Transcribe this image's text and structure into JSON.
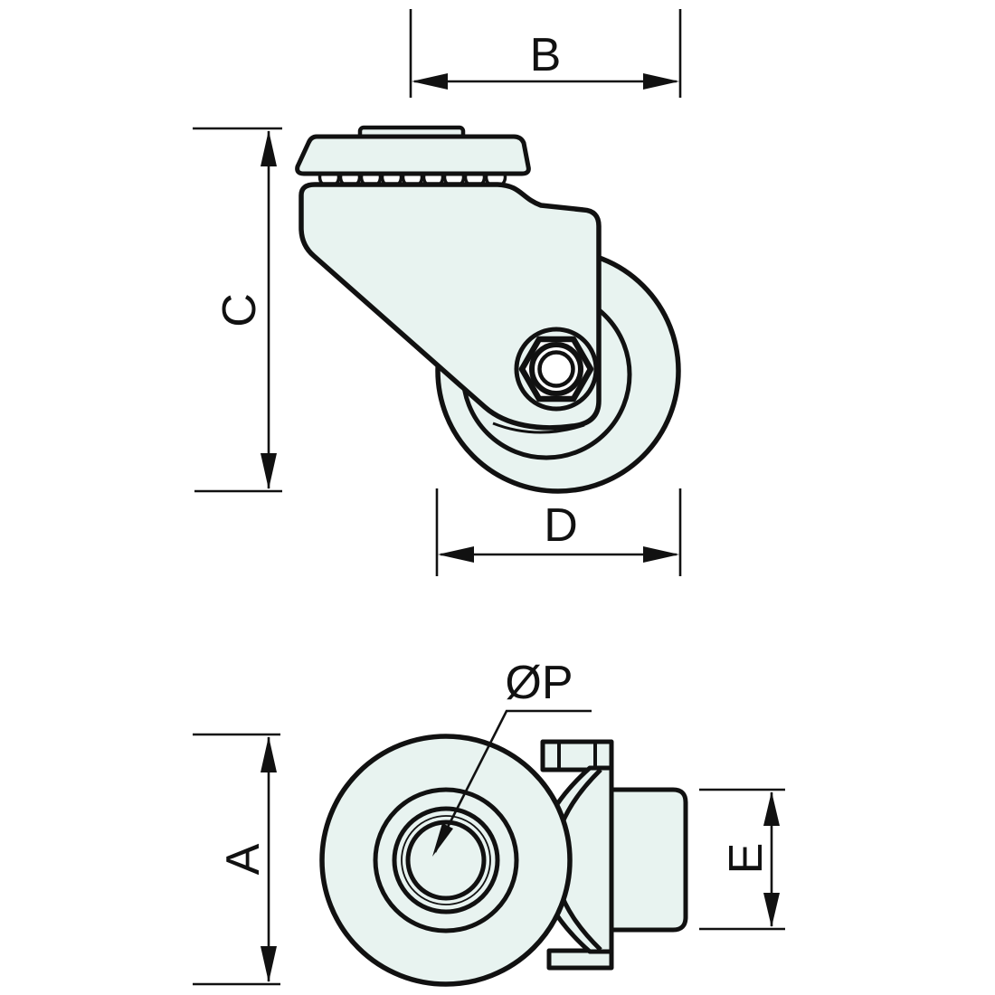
{
  "diagram": {
    "kind": "caster-dimension-drawing",
    "dimensions": {
      "b": {
        "label": "B"
      },
      "c": {
        "label": "C"
      },
      "d": {
        "label": "D"
      },
      "a": {
        "label": "A"
      },
      "e": {
        "label": "E"
      },
      "p": {
        "label": "ØP"
      }
    },
    "colors": {
      "part_fill": "#e8f3f0",
      "line": "#111111",
      "background": "#ffffff",
      "bore_fill": "#ffffff"
    }
  }
}
